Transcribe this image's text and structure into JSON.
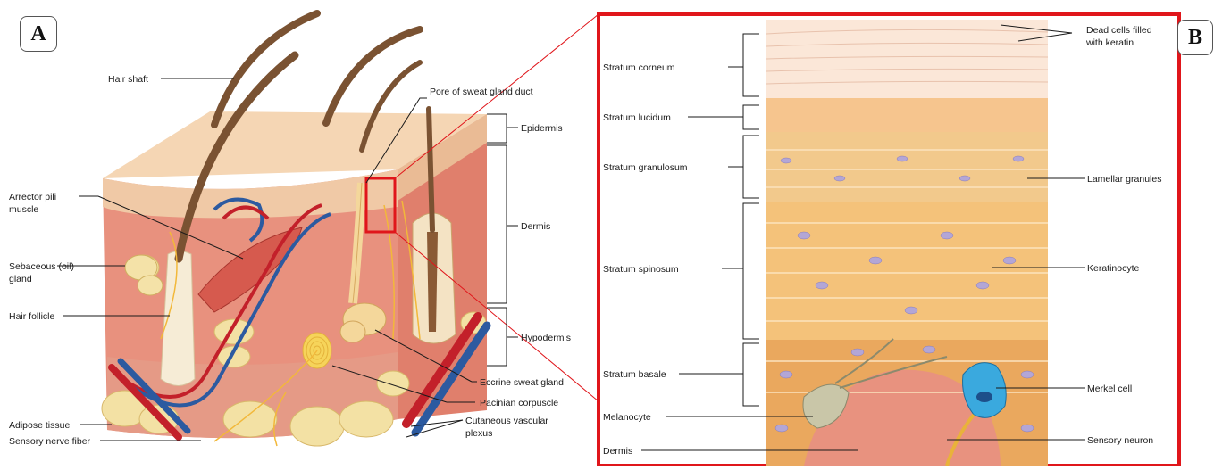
{
  "panels": {
    "a_letter": "A",
    "b_letter": "B"
  },
  "panel_a_labels": {
    "hair_shaft": "Hair shaft",
    "pore": "Pore of sweat gland duct",
    "epidermis": "Epidermis",
    "dermis": "Dermis",
    "hypodermis": "Hypodermis",
    "arrector_1": "Arrector pili",
    "arrector_2": "muscle",
    "sebaceous_1": "Sebaceous (oil)",
    "sebaceous_2": "gland",
    "hair_follicle": "Hair follicle",
    "eccrine": "Eccrine sweat gland",
    "pacinian": "Pacinian corpuscle",
    "cutaneous_1": "Cutaneous vascular",
    "cutaneous_2": "plexus",
    "adipose": "Adipose tissue",
    "sensory_nerve": "Sensory nerve fiber"
  },
  "panel_b_labels": {
    "dead_cells_1": "Dead cells filled",
    "dead_cells_2": "with keratin",
    "corneum": "Stratum corneum",
    "lucidum": "Stratum lucidum",
    "granulosum": "Stratum granulosum",
    "spinosum": "Stratum spinosum",
    "basale": "Stratum basale",
    "lamellar": "Lamellar granules",
    "keratinocyte": "Keratinocyte",
    "merkel": "Merkel cell",
    "melanocyte": "Melanocyte",
    "sensory_neuron": "Sensory neuron",
    "dermis": "Dermis"
  },
  "colors": {
    "frame": "#e0161b",
    "skin_surface": "#f5d6b4",
    "dermis": "#e48a78",
    "hypodermis_fat": "#f3e1a4",
    "artery": "#c3202a",
    "vein": "#2c5aa0",
    "hair": "#7a5232",
    "nerve": "#f2b83a",
    "corneum": "#fbe7d8",
    "granulosum": "#f2c98c",
    "spinosum": "#f4c27a",
    "basale": "#eaa85e",
    "nucleus": "#b3a6d6",
    "merkel": "#3aa9de"
  }
}
